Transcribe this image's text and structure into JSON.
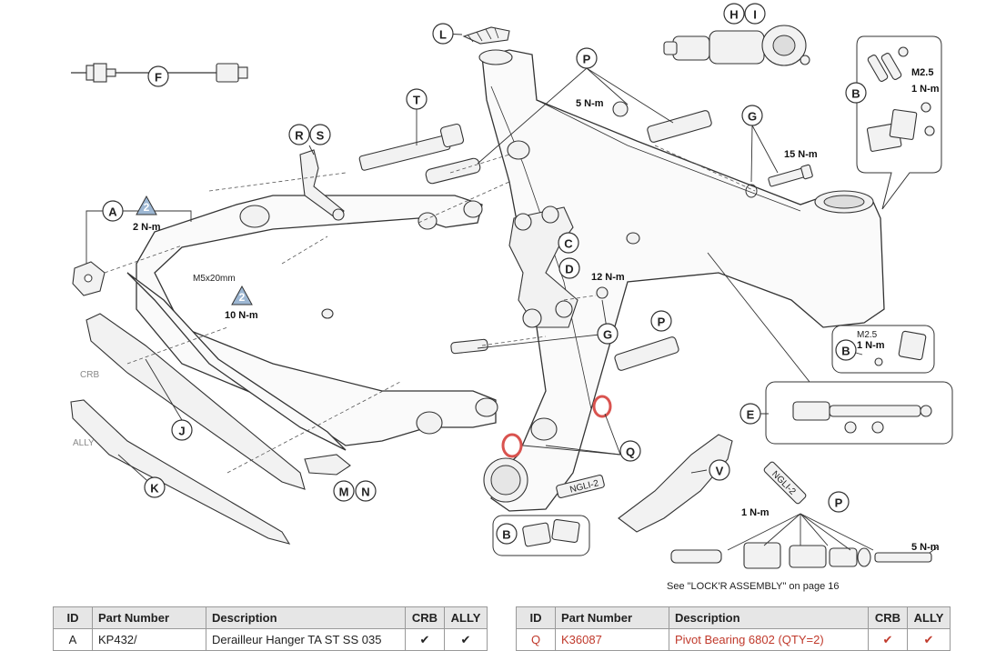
{
  "callouts": {
    "A": "A",
    "B": "B",
    "C": "C",
    "D": "D",
    "E": "E",
    "F": "F",
    "G": "G",
    "H": "H",
    "I": "I",
    "J": "J",
    "K": "K",
    "L": "L",
    "M": "M",
    "N": "N",
    "P": "P",
    "Q": "Q",
    "R": "R",
    "S": "S",
    "T": "T",
    "V": "V"
  },
  "torques": {
    "t_5nm_top": "5 N-m",
    "t_15nm": "15 N-m",
    "t_1nm_b_top": "1 N-m",
    "t_m25_top": "M2.5",
    "t_2nm": "2 N-m",
    "t_10nm": "10 N-m",
    "t_12nm": "12 N-m",
    "t_m25_mid": "M2.5",
    "t_1nm_mid": "1 N-m",
    "t_1nm_bottom": "1 N-m",
    "t_5nm_bottom": "5 N-m",
    "m5x20": "M5x20mm"
  },
  "warning_number": "2",
  "labels": {
    "crb": "CRB",
    "ally": "ALLY",
    "ngli_tube": "NGLI-2",
    "ngli_tube2": "NGLI-2"
  },
  "note": "See \"LOCK'R ASSEMBLY\" on page 16",
  "tables": {
    "left": {
      "headers": [
        "ID",
        "Part Number",
        "Description",
        "CRB",
        "ALLY"
      ],
      "row": {
        "id": "A",
        "part": "KP432/",
        "desc": "Derailleur Hanger TA ST SS 035",
        "crb": "✔",
        "ally": "✔"
      }
    },
    "right": {
      "headers": [
        "ID",
        "Part Number",
        "Description",
        "CRB",
        "ALLY"
      ],
      "row": {
        "id": "Q",
        "part": "K36087",
        "desc": "Pivot Bearing 6802 (QTY=2)",
        "crb": "✔",
        "ally": "✔"
      }
    }
  },
  "colors": {
    "highlight": "#d9534f",
    "warning_triangle": "#9db7d3"
  }
}
